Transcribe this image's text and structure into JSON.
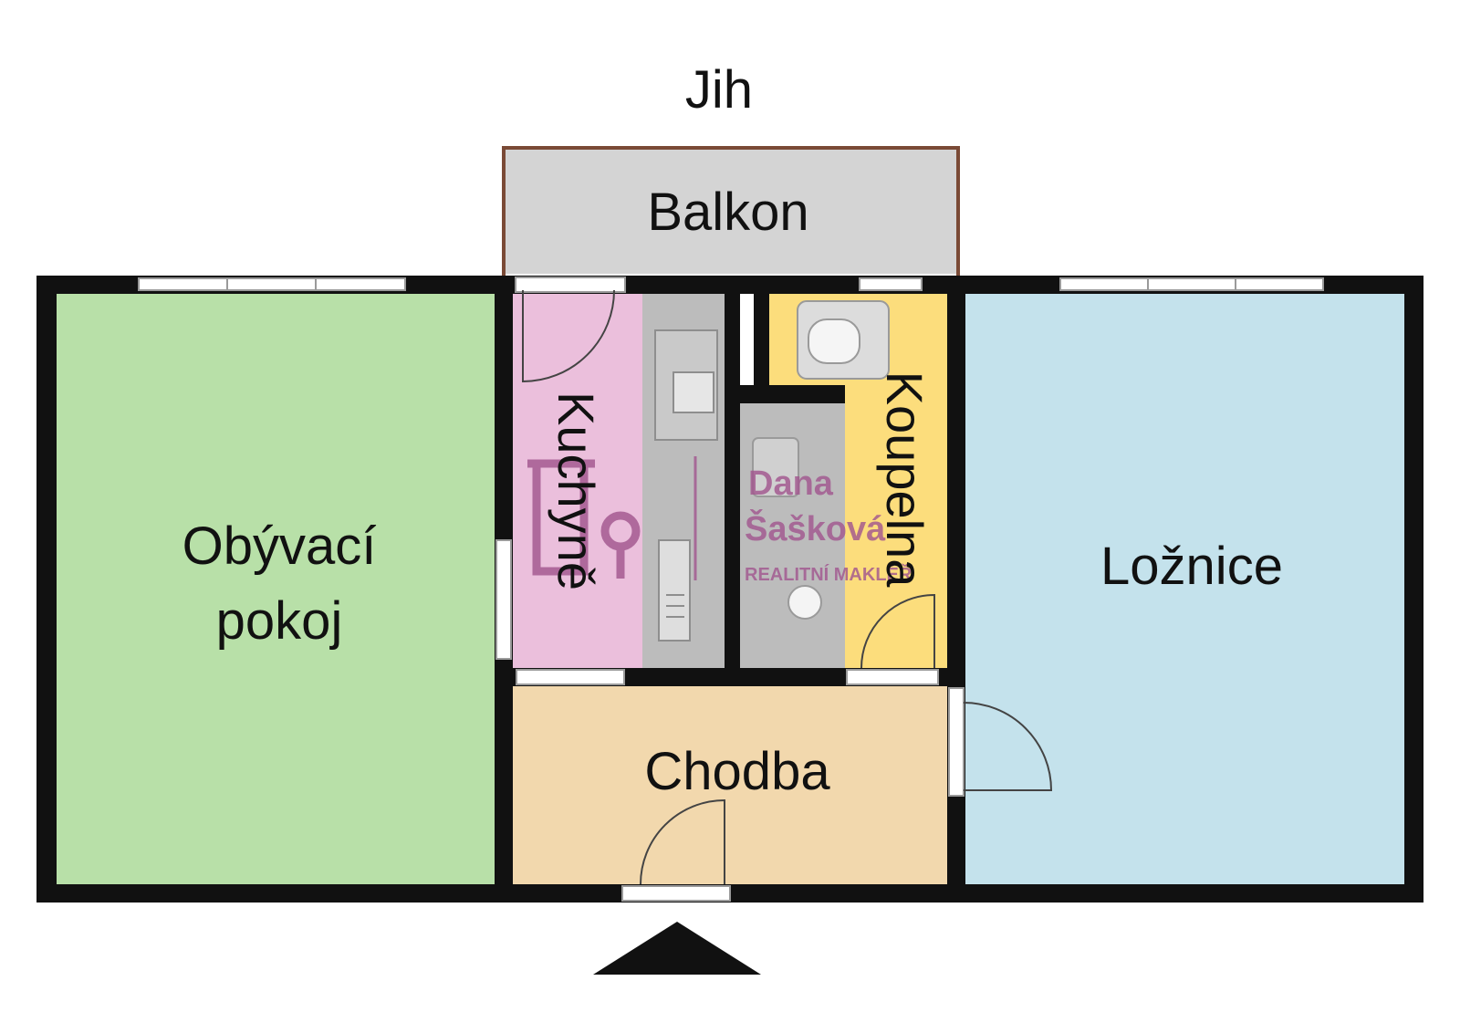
{
  "compass": {
    "label": "Jih"
  },
  "rooms": {
    "balcony": {
      "label": "Balkon",
      "color": "#d4d4d4"
    },
    "living": {
      "line1": "Obývací",
      "line2": "pokoj",
      "color": "#b8e0a8"
    },
    "kitchen": {
      "label": "Kuchyně",
      "color": "#ebbfdc"
    },
    "bathroom": {
      "label": "Koupelna",
      "color": "#fcdd7c"
    },
    "bedroom": {
      "label": "Ložnice",
      "color": "#c4e2ec"
    },
    "hallway": {
      "label": "Chodba",
      "color": "#f2d8ad"
    }
  },
  "watermark": {
    "line1": "Dana",
    "line2": "Šašková",
    "tagline": "REALITNÍ MAKLÉŘ",
    "color": "#a2578f"
  },
  "colors": {
    "wall": "#111111",
    "fixture": "#bcbcbc",
    "balcony_rail": "#7a4a36"
  },
  "icons": {
    "entrance": "entrance-arrow-icon",
    "logo": "house-key-logo-icon"
  }
}
